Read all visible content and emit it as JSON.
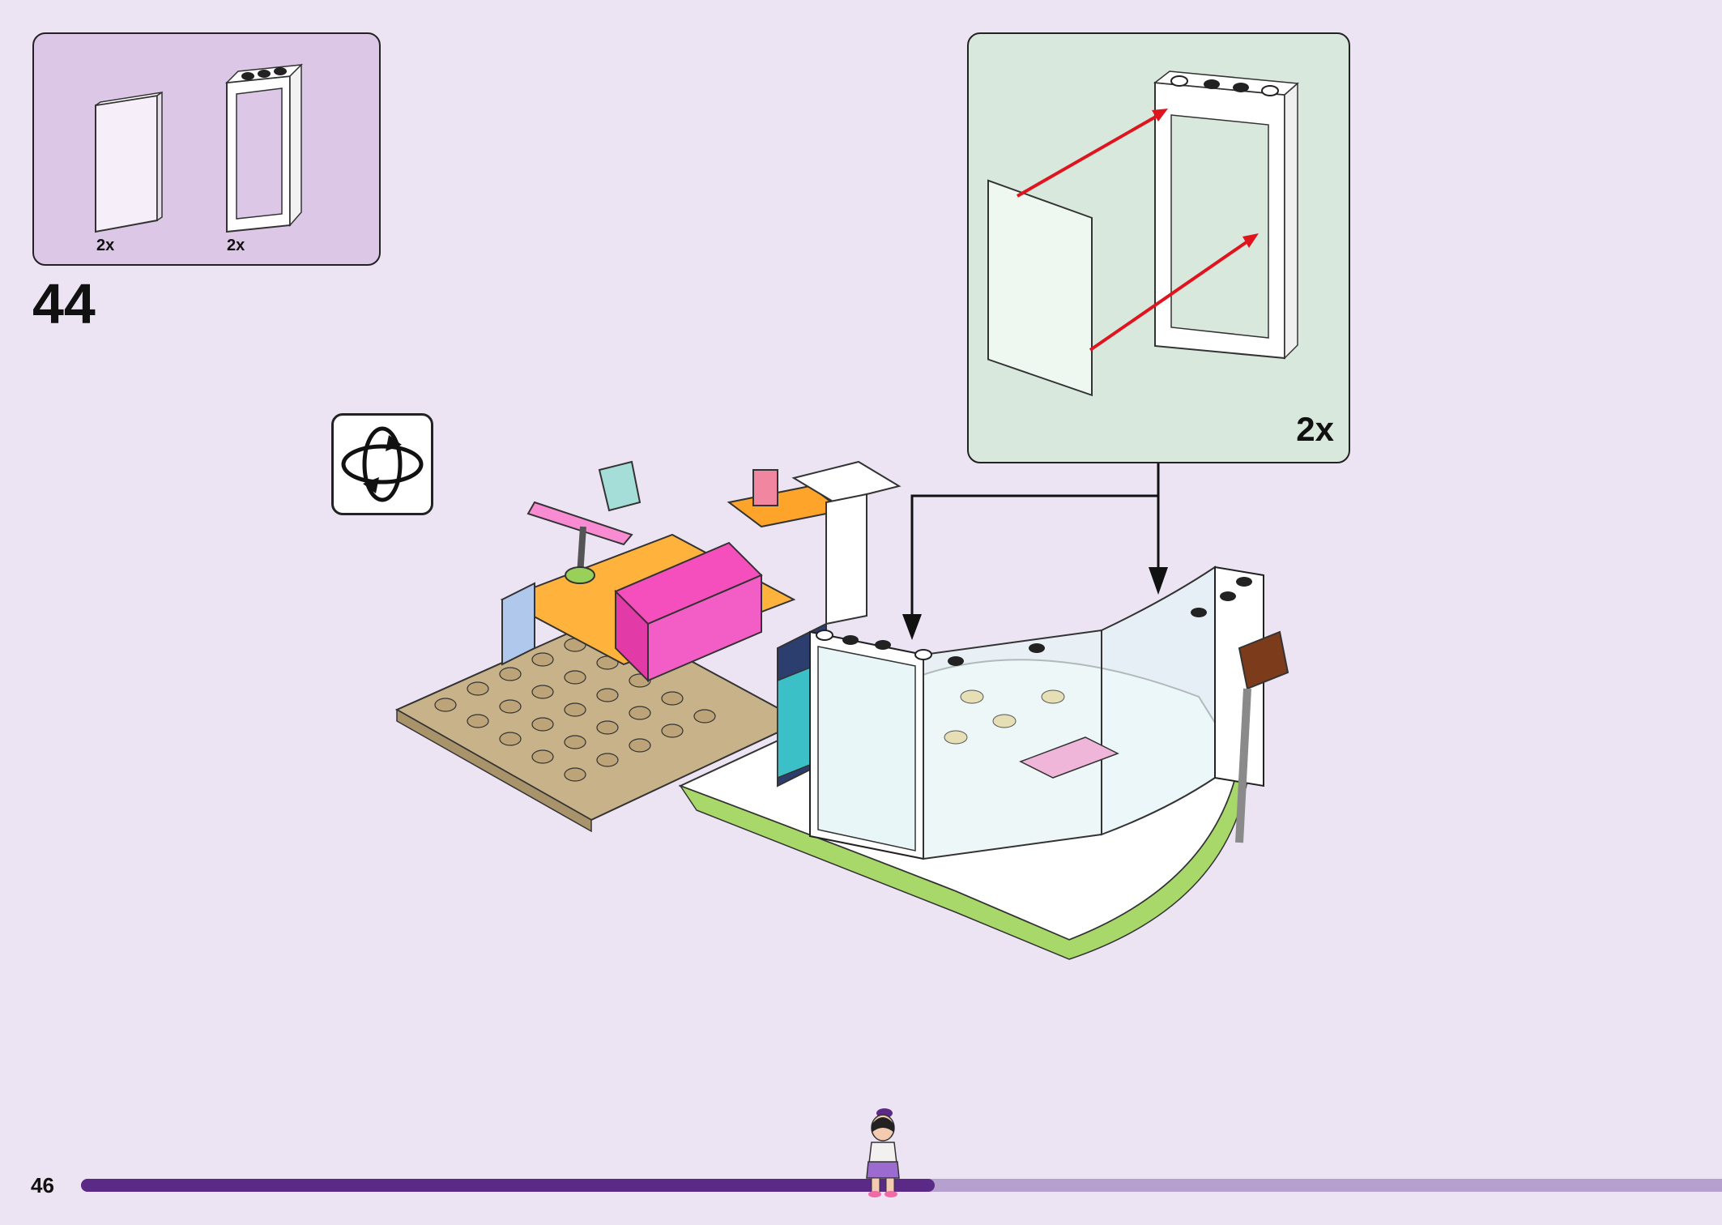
{
  "parts": {
    "items": [
      {
        "name": "glass-panel",
        "qty": "2x"
      },
      {
        "name": "window-frame",
        "qty": "2x"
      }
    ]
  },
  "step": {
    "number": "44"
  },
  "subassembly": {
    "qty": "2x"
  },
  "page": {
    "number": "46"
  },
  "progress": {
    "fraction": 0.52
  },
  "colors": {
    "page_bg": "#ede4f3",
    "parts_bg": "#dcc8e6",
    "subassembly_bg": "#d8e8dc",
    "progress_fill": "#5b2a86",
    "progress_track": "#b5a0cf",
    "arrow_red": "#e0141e"
  }
}
